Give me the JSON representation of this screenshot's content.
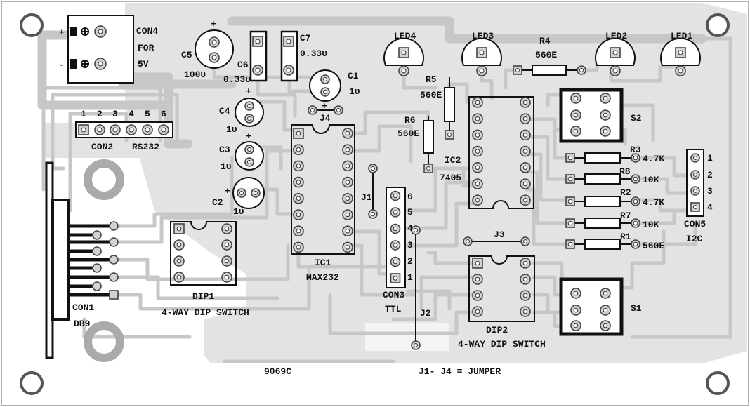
{
  "labels": {
    "con4": "CON4",
    "for": "FOR",
    "v5": "5V",
    "plus": "+",
    "minus": "-",
    "c5": "C5",
    "c5v": "100υ",
    "c6": "C6",
    "c6v": "0.33υ",
    "c7": "C7",
    "c7v": "0.33υ",
    "c1": "C1",
    "c1v": "1υ",
    "c4": "C4",
    "c4v": "1υ",
    "c3": "C3",
    "c3v": "1υ",
    "c2": "C2",
    "c2v": "1υ",
    "j4": "J4",
    "j1": "J1",
    "j2": "J2",
    "j3": "J3",
    "led4": "LED4",
    "led3": "LED3",
    "led2": "LED2",
    "led1": "LED1",
    "r4": "R4",
    "r4v": "560E",
    "r5": "R5",
    "r5v": "560E",
    "r6": "R6",
    "r6v": "560E",
    "ic2": "IC2",
    "ic2v": "7405",
    "s2": "S2",
    "s1": "S1",
    "r3": "R3",
    "r3v": "4.7K",
    "r8": "R8",
    "r8v": "10K",
    "r2": "R2",
    "r2v": "4.7K",
    "r7": "R7",
    "r7v": "10K",
    "r1": "R1",
    "r1v": "560E",
    "con5": "CON5",
    "i2c": "I2C",
    "con2": "CON2",
    "rs232": "RS232",
    "con2pins": [
      "1",
      "2",
      "3",
      "4",
      "5",
      "6"
    ],
    "con5pins": [
      "1",
      "2",
      "3",
      "4"
    ],
    "con3pins": [
      "6",
      "5",
      "4",
      "3",
      "2",
      "1"
    ],
    "ic1": "IC1",
    "max232": "MAX232",
    "con3": "CON3",
    "ttl": "TTL",
    "dip1": "DIP1",
    "dip1d": "4-WAY DIP SWITCH",
    "dip2": "DIP2",
    "dip2d": "4-WAY DIP SWITCH",
    "con1": "CON1",
    "db9": "DB9",
    "board_id": "9069C",
    "jumper_note": "J1- J4 = JUMPER"
  }
}
